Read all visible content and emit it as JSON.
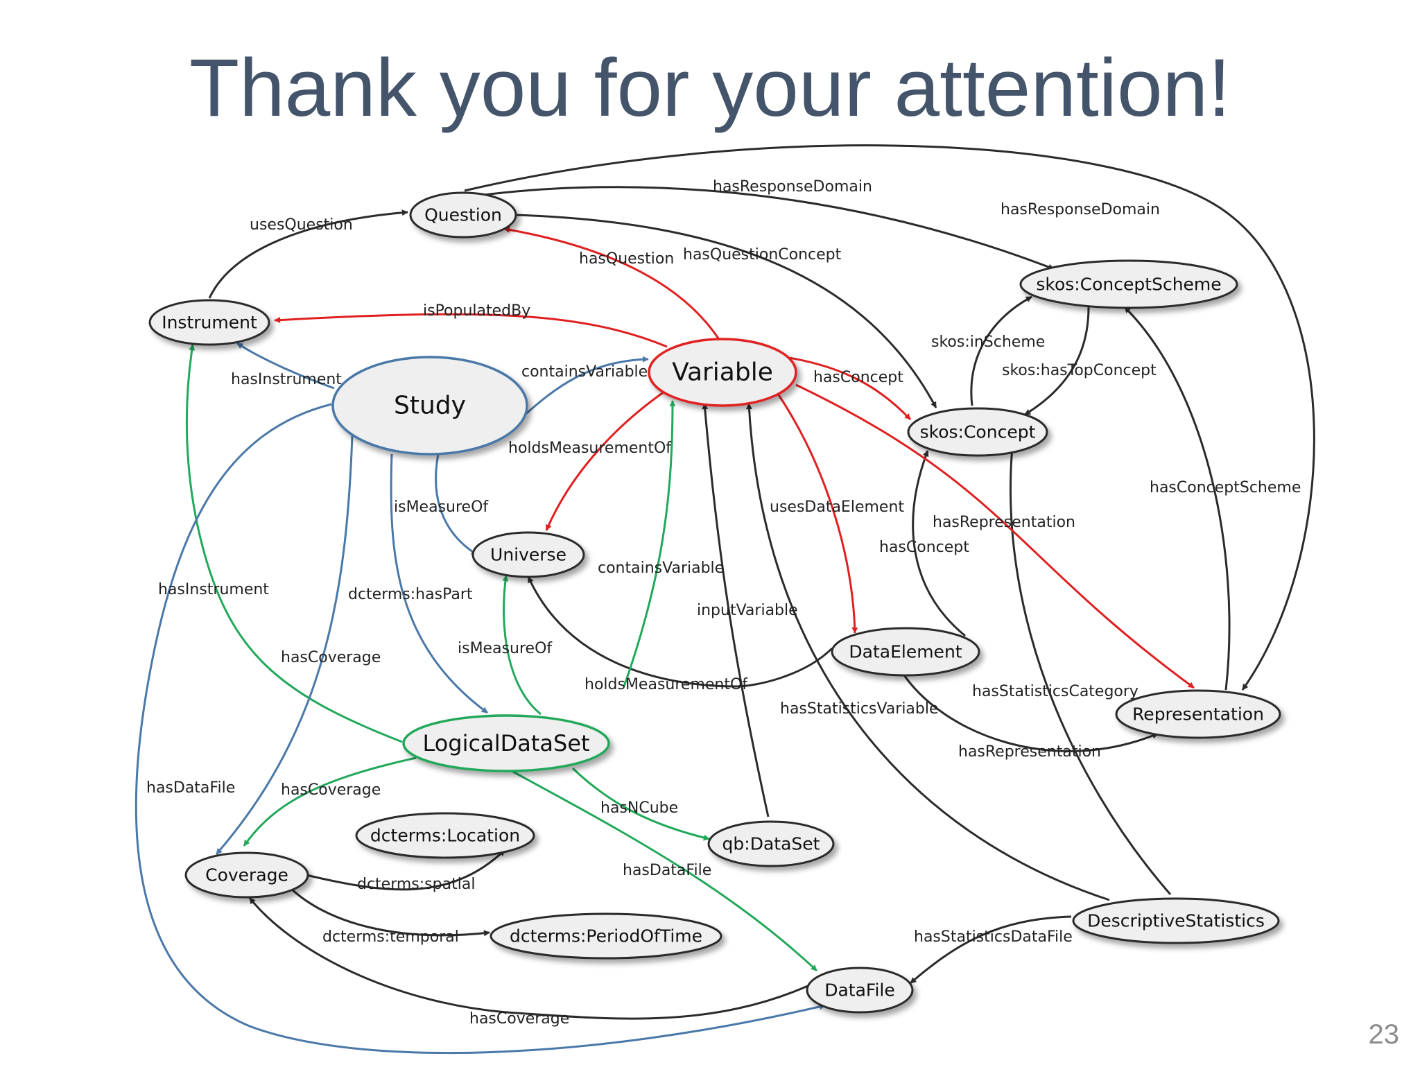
{
  "title": "Thank you for your attention!",
  "page_number": "23",
  "colors": {
    "title": "#44546a",
    "black_edge": "#2b2b2b",
    "red_edge": "#e02020",
    "green_edge": "#22a85a",
    "blue_edge": "#4a78a8",
    "variable_border": "#e02020",
    "study_border": "#4a78a8",
    "logicaldataset_border": "#22a85a"
  },
  "nodes": {
    "question": "Question",
    "instrument": "Instrument",
    "study": "Study",
    "variable": "Variable",
    "universe": "Universe",
    "concept_scheme": "skos:ConceptScheme",
    "concept": "skos:Concept",
    "data_element": "DataElement",
    "logical_dataset": "LogicalDataSet",
    "representation": "Representation",
    "location": "dcterms:Location",
    "coverage": "Coverage",
    "qb_dataset": "qb:DataSet",
    "period_of_time": "dcterms:PeriodOfTime",
    "descriptive_statistics": "DescriptiveStatistics",
    "data_file": "DataFile"
  },
  "edges": {
    "uses_question": "usesQuestion",
    "has_response_domain_1": "hasResponseDomain",
    "has_response_domain_2": "hasResponseDomain",
    "has_question": "hasQuestion",
    "has_question_concept": "hasQuestionConcept",
    "is_populated_by": "isPopulatedBy",
    "has_instrument_1": "hasInstrument",
    "contains_variable_1": "containsVariable",
    "has_concept_1": "hasConcept",
    "skos_in_scheme": "skos:inScheme",
    "skos_has_top_concept": "skos:hasTopConcept",
    "holds_measurement_of_1": "holdsMeasurementOf",
    "is_measure_of_1": "isMeasureOf",
    "uses_data_element": "usesDataElement",
    "has_representation_1": "hasRepresentation",
    "has_concept_scheme": "hasConceptScheme",
    "has_concept_2": "hasConcept",
    "contains_variable_2": "containsVariable",
    "has_instrument_2": "hasInstrument",
    "dcterms_has_part": "dcterms:hasPart",
    "input_variable": "inputVariable",
    "is_measure_of_2": "isMeasureOf",
    "has_coverage_1": "hasCoverage",
    "holds_measurement_of_2": "holdsMeasurementOf",
    "has_statistics_category": "hasStatisticsCategory",
    "has_statistics_variable": "hasStatisticsVariable",
    "has_representation_2": "hasRepresentation",
    "has_data_file_1": "hasDataFile",
    "has_coverage_2": "hasCoverage",
    "has_ncube": "hasNCube",
    "dcterms_spatial": "dcterms:spatial",
    "has_data_file_2": "hasDataFile",
    "dcterms_temporal": "dcterms:temporal",
    "has_statistics_data_file": "hasStatisticsDataFile",
    "has_coverage_3": "hasCoverage"
  }
}
